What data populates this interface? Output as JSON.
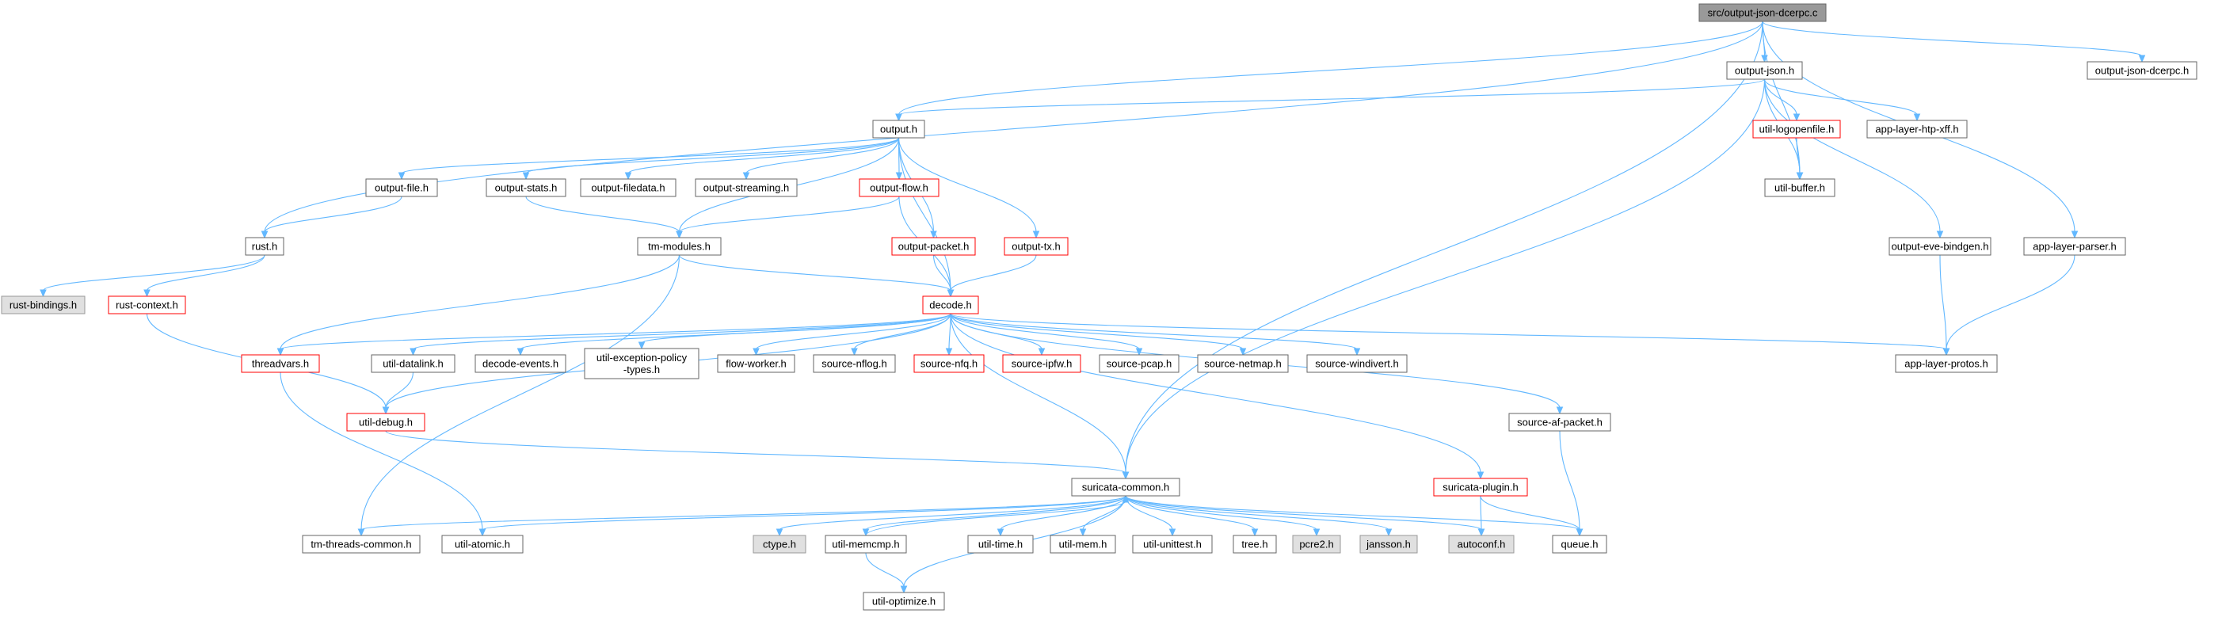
{
  "colors": {
    "edge": "#63b8ff",
    "root_fill": "#999999",
    "normal_fill": "#ffffff",
    "normal_stroke": "#666666",
    "red_stroke": "#ff0000",
    "gray_fill": "#e0e0e0",
    "gray_stroke": "#999999"
  },
  "nodes": [
    {
      "id": "root",
      "label": "src/output-json-dcerpc.c",
      "style": "root"
    },
    {
      "id": "ojson",
      "label": "output-json.h",
      "style": "normal"
    },
    {
      "id": "ojdce",
      "label": "output-json-dcerpc.h",
      "style": "normal"
    },
    {
      "id": "output",
      "label": "output.h",
      "style": "normal"
    },
    {
      "id": "ulogo",
      "label": "util-logopenfile.h",
      "style": "red"
    },
    {
      "id": "htpxff",
      "label": "app-layer-htp-xff.h",
      "style": "normal"
    },
    {
      "id": "ubuf",
      "label": "util-buffer.h",
      "style": "normal"
    },
    {
      "id": "ofile",
      "label": "output-file.h",
      "style": "normal"
    },
    {
      "id": "ostats",
      "label": "output-stats.h",
      "style": "normal"
    },
    {
      "id": "ofiledata",
      "label": "output-filedata.h",
      "style": "normal"
    },
    {
      "id": "ostream",
      "label": "output-streaming.h",
      "style": "normal"
    },
    {
      "id": "oflow",
      "label": "output-flow.h",
      "style": "red"
    },
    {
      "id": "rust",
      "label": "rust.h",
      "style": "normal"
    },
    {
      "id": "tmmod",
      "label": "tm-modules.h",
      "style": "normal"
    },
    {
      "id": "opacket",
      "label": "output-packet.h",
      "style": "red"
    },
    {
      "id": "otx",
      "label": "output-tx.h",
      "style": "red"
    },
    {
      "id": "oeve",
      "label": "output-eve-bindgen.h",
      "style": "normal"
    },
    {
      "id": "alparser",
      "label": "app-layer-parser.h",
      "style": "normal"
    },
    {
      "id": "rbind",
      "label": "rust-bindings.h",
      "style": "gray"
    },
    {
      "id": "rctx",
      "label": "rust-context.h",
      "style": "red"
    },
    {
      "id": "decode",
      "label": "decode.h",
      "style": "red"
    },
    {
      "id": "tvars",
      "label": "threadvars.h",
      "style": "red"
    },
    {
      "id": "udlink",
      "label": "util-datalink.h",
      "style": "normal"
    },
    {
      "id": "devents",
      "label": "decode-events.h",
      "style": "normal"
    },
    {
      "id": "uexc",
      "label": "util-exception-policy\n-types.h",
      "style": "normal"
    },
    {
      "id": "fworker",
      "label": "flow-worker.h",
      "style": "normal"
    },
    {
      "id": "snflog",
      "label": "source-nflog.h",
      "style": "normal"
    },
    {
      "id": "snfq",
      "label": "source-nfq.h",
      "style": "red"
    },
    {
      "id": "sipfw",
      "label": "source-ipfw.h",
      "style": "red"
    },
    {
      "id": "spcap",
      "label": "source-pcap.h",
      "style": "normal"
    },
    {
      "id": "snetmap",
      "label": "source-netmap.h",
      "style": "normal"
    },
    {
      "id": "swindivert",
      "label": "source-windivert.h",
      "style": "normal"
    },
    {
      "id": "alprotos",
      "label": "app-layer-protos.h",
      "style": "normal"
    },
    {
      "id": "udebug",
      "label": "util-debug.h",
      "style": "red"
    },
    {
      "id": "safpacket",
      "label": "source-af-packet.h",
      "style": "normal"
    },
    {
      "id": "scommon",
      "label": "suricata-common.h",
      "style": "normal"
    },
    {
      "id": "splugin",
      "label": "suricata-plugin.h",
      "style": "red"
    },
    {
      "id": "tmthreads",
      "label": "tm-threads-common.h",
      "style": "normal"
    },
    {
      "id": "uatomic",
      "label": "util-atomic.h",
      "style": "normal"
    },
    {
      "id": "ctype",
      "label": "ctype.h",
      "style": "gray"
    },
    {
      "id": "umemcmp",
      "label": "util-memcmp.h",
      "style": "normal"
    },
    {
      "id": "utime",
      "label": "util-time.h",
      "style": "normal"
    },
    {
      "id": "umem",
      "label": "util-mem.h",
      "style": "normal"
    },
    {
      "id": "uunittest",
      "label": "util-unittest.h",
      "style": "normal"
    },
    {
      "id": "tree",
      "label": "tree.h",
      "style": "normal"
    },
    {
      "id": "pcre2",
      "label": "pcre2.h",
      "style": "gray"
    },
    {
      "id": "jansson",
      "label": "jansson.h",
      "style": "gray"
    },
    {
      "id": "autoconf",
      "label": "autoconf.h",
      "style": "gray"
    },
    {
      "id": "queue",
      "label": "queue.h",
      "style": "normal"
    },
    {
      "id": "uopt",
      "label": "util-optimize.h",
      "style": "normal"
    }
  ],
  "edges": [
    [
      "root",
      "ojson"
    ],
    [
      "root",
      "ojdce"
    ],
    [
      "root",
      "output"
    ],
    [
      "root",
      "rust"
    ],
    [
      "root",
      "ubuf"
    ],
    [
      "root",
      "alparser"
    ],
    [
      "root",
      "scommon"
    ],
    [
      "ojson",
      "output"
    ],
    [
      "ojson",
      "ulogo"
    ],
    [
      "ojson",
      "htpxff"
    ],
    [
      "ojson",
      "ubuf"
    ],
    [
      "ojson",
      "oeve"
    ],
    [
      "ojson",
      "scommon"
    ],
    [
      "ulogo",
      "ubuf"
    ],
    [
      "output",
      "ofile"
    ],
    [
      "output",
      "ostats"
    ],
    [
      "output",
      "ofiledata"
    ],
    [
      "output",
      "ostream"
    ],
    [
      "output",
      "oflow"
    ],
    [
      "output",
      "opacket"
    ],
    [
      "output",
      "otx"
    ],
    [
      "output",
      "tmmod"
    ],
    [
      "output",
      "decode"
    ],
    [
      "ofile",
      "rust"
    ],
    [
      "ostats",
      "tmmod"
    ],
    [
      "oflow",
      "tmmod"
    ],
    [
      "oflow",
      "decode"
    ],
    [
      "opacket",
      "decode"
    ],
    [
      "otx",
      "decode"
    ],
    [
      "rust",
      "rbind"
    ],
    [
      "rust",
      "rctx"
    ],
    [
      "rctx",
      "udebug"
    ],
    [
      "tmmod",
      "decode"
    ],
    [
      "tmmod",
      "tvars"
    ],
    [
      "tmmod",
      "tmthreads"
    ],
    [
      "oeve",
      "alprotos"
    ],
    [
      "alparser",
      "alprotos"
    ],
    [
      "decode",
      "tvars"
    ],
    [
      "decode",
      "udlink"
    ],
    [
      "decode",
      "devents"
    ],
    [
      "decode",
      "uexc"
    ],
    [
      "decode",
      "fworker"
    ],
    [
      "decode",
      "snflog"
    ],
    [
      "decode",
      "snfq"
    ],
    [
      "decode",
      "sipfw"
    ],
    [
      "decode",
      "spcap"
    ],
    [
      "decode",
      "snetmap"
    ],
    [
      "decode",
      "swindivert"
    ],
    [
      "decode",
      "alprotos"
    ],
    [
      "decode",
      "udebug"
    ],
    [
      "decode",
      "safpacket"
    ],
    [
      "decode",
      "scommon"
    ],
    [
      "decode",
      "splugin"
    ],
    [
      "tvars",
      "uatomic"
    ],
    [
      "udlink",
      "udebug"
    ],
    [
      "udebug",
      "scommon"
    ],
    [
      "safpacket",
      "queue"
    ],
    [
      "splugin",
      "autoconf"
    ],
    [
      "splugin",
      "queue"
    ],
    [
      "scommon",
      "tmthreads"
    ],
    [
      "scommon",
      "uatomic"
    ],
    [
      "scommon",
      "ctype"
    ],
    [
      "scommon",
      "umemcmp"
    ],
    [
      "scommon",
      "utime"
    ],
    [
      "scommon",
      "umem"
    ],
    [
      "scommon",
      "uunittest"
    ],
    [
      "scommon",
      "tree"
    ],
    [
      "scommon",
      "pcre2"
    ],
    [
      "scommon",
      "jansson"
    ],
    [
      "scommon",
      "autoconf"
    ],
    [
      "scommon",
      "queue"
    ],
    [
      "scommon",
      "uopt"
    ],
    [
      "umemcmp",
      "scommon"
    ],
    [
      "umemcmp",
      "uopt"
    ]
  ]
}
